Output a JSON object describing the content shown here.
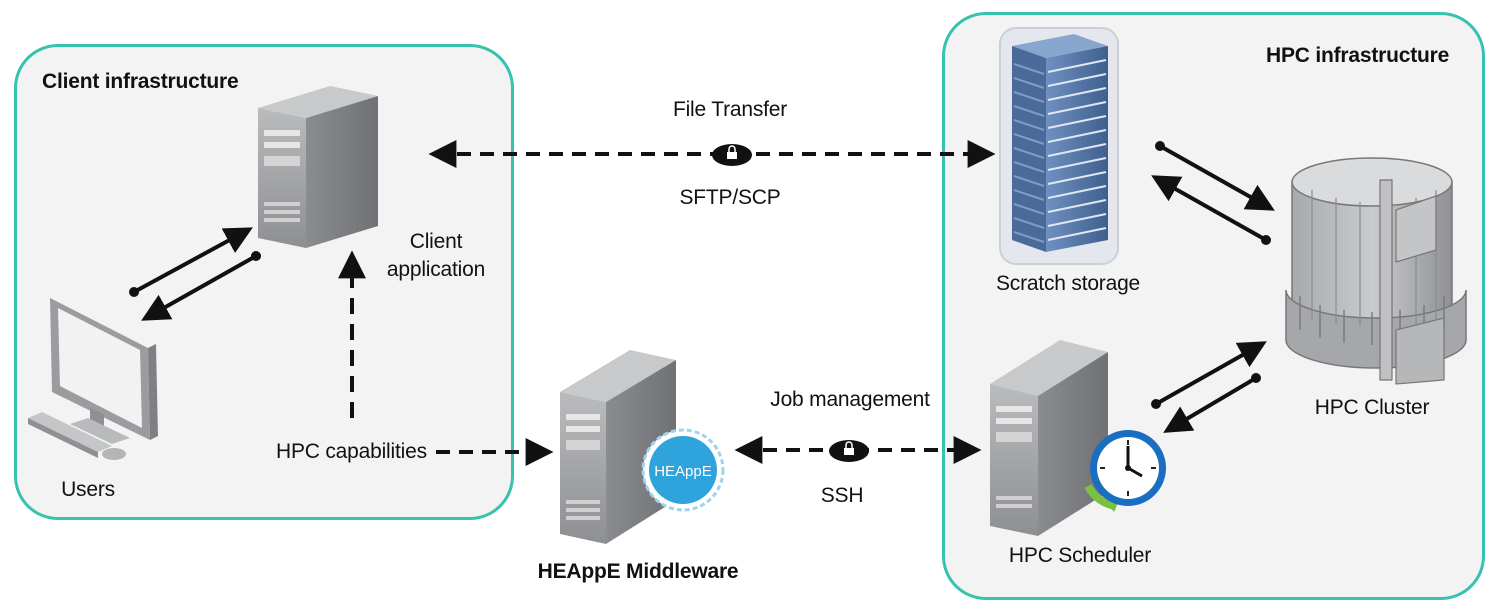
{
  "zones": {
    "client": {
      "title": "Client infrastructure"
    },
    "hpc": {
      "title": "HPC infrastructure"
    }
  },
  "nodes": {
    "users": "Users",
    "client_app_line1": "Client",
    "client_app_line2": "application",
    "hpc_capabilities": "HPC capabilities",
    "middleware": "HEAppE Middleware",
    "middleware_badge": "HEAppE",
    "scratch_storage": "Scratch storage",
    "hpc_cluster": "HPC Cluster",
    "hpc_scheduler": "HPC Scheduler"
  },
  "connections": {
    "file_transfer": {
      "title": "File Transfer",
      "protocol": "SFTP/SCP"
    },
    "job_management": {
      "title": "Job management",
      "protocol": "SSH"
    }
  },
  "colors": {
    "zone_border": "#35c2b0",
    "zone_fill": "#f3f3f3",
    "server_gray": "#9ea0a2",
    "storage_blue": "#5b7fb0",
    "heappe_blue": "#2fa4dc",
    "clock_blue": "#1a6ec1",
    "clock_green": "#7bc043"
  }
}
